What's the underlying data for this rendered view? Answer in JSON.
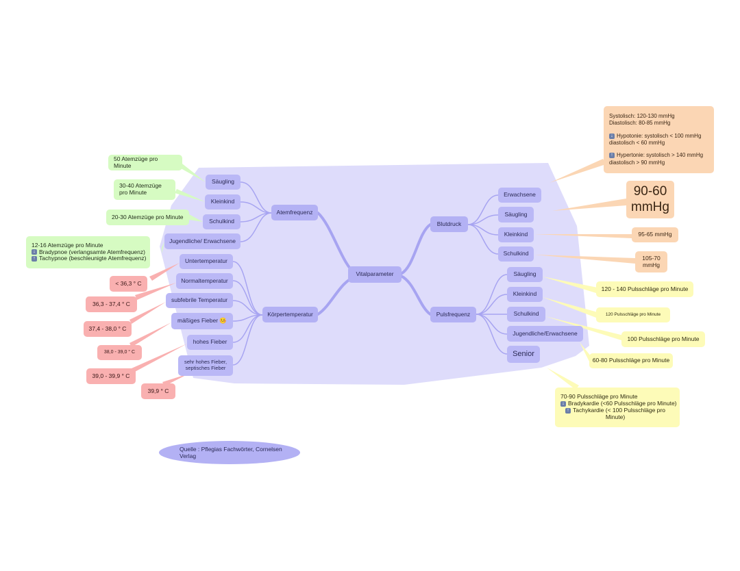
{
  "center": {
    "label": "Vitalparameter"
  },
  "atemfrequenz": {
    "label": "Atemfrequenz",
    "children": [
      "Säugling",
      "Kleinkind",
      "Schulkind",
      "Jugendliche/ Erwachsene"
    ],
    "values": [
      "50 Atemzüge pro Minute",
      "30-40 Atemzüge pro Minute",
      "20-30 Atemzüge pro Minute"
    ],
    "adult_info": {
      "line1": "12-16 Atemzüge pro Minute",
      "line2": "Bradypnoe (verlangsamte Atemfrequenz)",
      "line3": "Tachypnoe (beschleunigte Atemfrequenz)"
    }
  },
  "koerpertemperatur": {
    "label": "Körpertemperatur",
    "children": [
      "Untertemperatur",
      "Normaltemperatur",
      "subfebrile Temperatur",
      "mäßiges Fieber 🤒",
      "hohes Fieber",
      "sehr hohes Fieber, septisches Fieber"
    ],
    "values": [
      "< 36,3 ° C",
      "36,3 - 37,4 ° C",
      "37,4 - 38,0 ° C",
      "38,0 - 39,0 ° C",
      "39,0 - 39,9 ° C",
      "39,9 ° C"
    ]
  },
  "blutdruck": {
    "label": "Blutdruck",
    "children": [
      "Erwachsene",
      "Säugling",
      "Kleinkind",
      "Schulkind"
    ],
    "adult_info": {
      "line1": "Systolisch: 120-130 mmHg",
      "line2": "Diastolisch: 80-85 mmHg",
      "line3": "Hypotonie: systolisch < 100 mmHg",
      "line4": "diastolisch < 60 mmHg",
      "line5": "Hypertonie: systolisch > 140 mmHg",
      "line6": "diastolisch > 90 mmHg"
    },
    "values": [
      "90-60 mmHg",
      "95-65 mmHg",
      "105-70 mmHg"
    ]
  },
  "pulsfrequenz": {
    "label": "Pulsfrequenz",
    "children": [
      "Säugling",
      "Kleinkind",
      "Schulkind",
      "Jugendliche/Erwachsene",
      "Senior"
    ],
    "values": [
      "120 - 140 Pulsschläge pro Minute",
      "120 Pulsschläge pro Minute",
      "100 Pulsschläge pro Minute",
      "60-80 Pulsschläge pro Minute"
    ],
    "senior_info": {
      "line1": "70-90 Pulsschläge pro Minute",
      "line2": "Bradykardie (<60 Pulsschläge pro Minute)",
      "line3": "Tachykardie (< 100 Pulsschläge pro Minute)"
    }
  },
  "source": {
    "label": "Quelle : Pflegias Fachwörter, Cornelsen Verlag"
  },
  "icons": {
    "down": "arrow-down-icon",
    "up": "arrow-up-icon"
  },
  "colors": {
    "main": "#b3b1f4",
    "area": "#d9d8fb",
    "green": "#d6fbc2",
    "red": "#f9b0b0",
    "orange": "#fbd6b4",
    "yellow": "#fdfbb8"
  }
}
